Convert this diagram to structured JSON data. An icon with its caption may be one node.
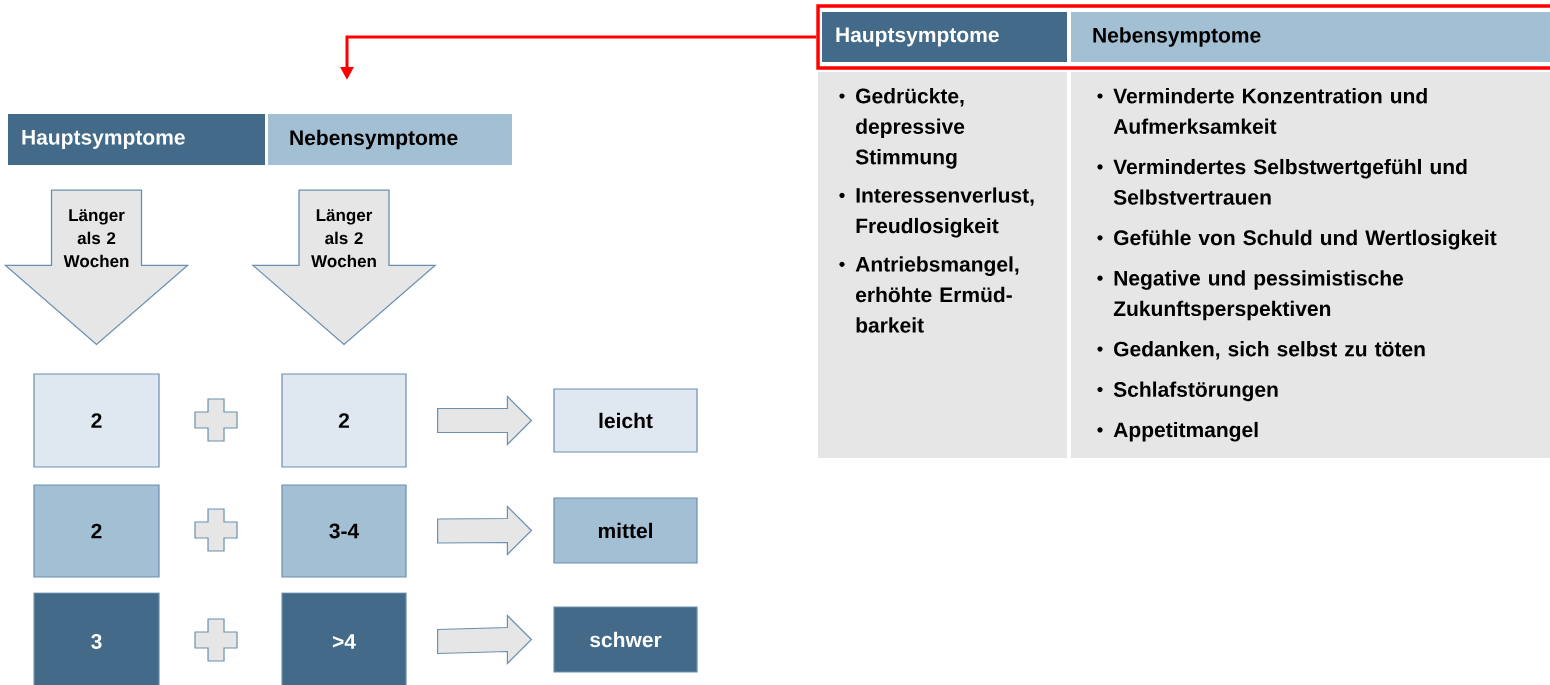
{
  "diagram": {
    "nodes": [
      {
        "text": [],
        "shape": "box"
      },
      {
        "text": [
          "Hauptsymptome"
        ],
        "in": 0
      },
      {
        "text": [
          "Nebensymptome"
        ],
        "in": 0
      },
      {
        "text": [
          "Gedrückte, depressive Stimmung",
          "Interessenverlust, Freudlosigkeit",
          "Antriebsmangel, erhöhte Ermüd-barkeit"
        ]
      },
      {
        "text": [
          "Verminderte Konzentration und Aufmerksamkeit",
          "Vermindertes Selbstwertgefühl und Selbstvertrauen",
          "Gefühle von Schuld und Wertlosigkeit",
          "Negative und pessimistische Zukunftsperspektiven",
          "Gedanken, sich selbst zu töten",
          "Schlafstörungen",
          "Appetitmangel"
        ]
      },
      {
        "text": [
          "Hauptsymptome"
        ]
      },
      {
        "text": [
          "Nebensymptome"
        ]
      },
      {
        "text": [
          "2"
        ]
      },
      {
        "text": [
          "2"
        ]
      },
      {
        "text": [
          "leicht"
        ]
      },
      {
        "text": [
          "2"
        ]
      },
      {
        "text": [
          "3-4"
        ]
      },
      {
        "text": [
          "mittel"
        ]
      },
      {
        "text": [
          "3"
        ]
      },
      {
        "text": [
          ">4"
        ]
      },
      {
        "text": [
          "schwer"
        ]
      }
    ],
    "edges": [
      {
        "from": 0,
        "to": null,
        "arrow": "to",
        "color": "#ff0000"
      },
      {
        "from": 5,
        "to": 7,
        "arrow": "to",
        "label": "Länger als 2 Wochen"
      },
      {
        "from": 6,
        "to": 8,
        "arrow": "to",
        "label": "Länger als 2 Wochen"
      },
      {
        "from": 8,
        "to": 9,
        "arrow": "to"
      },
      {
        "from": 11,
        "to": 12,
        "arrow": "to"
      },
      {
        "from": 14,
        "to": 15,
        "arrow": "to"
      }
    ]
  }
}
